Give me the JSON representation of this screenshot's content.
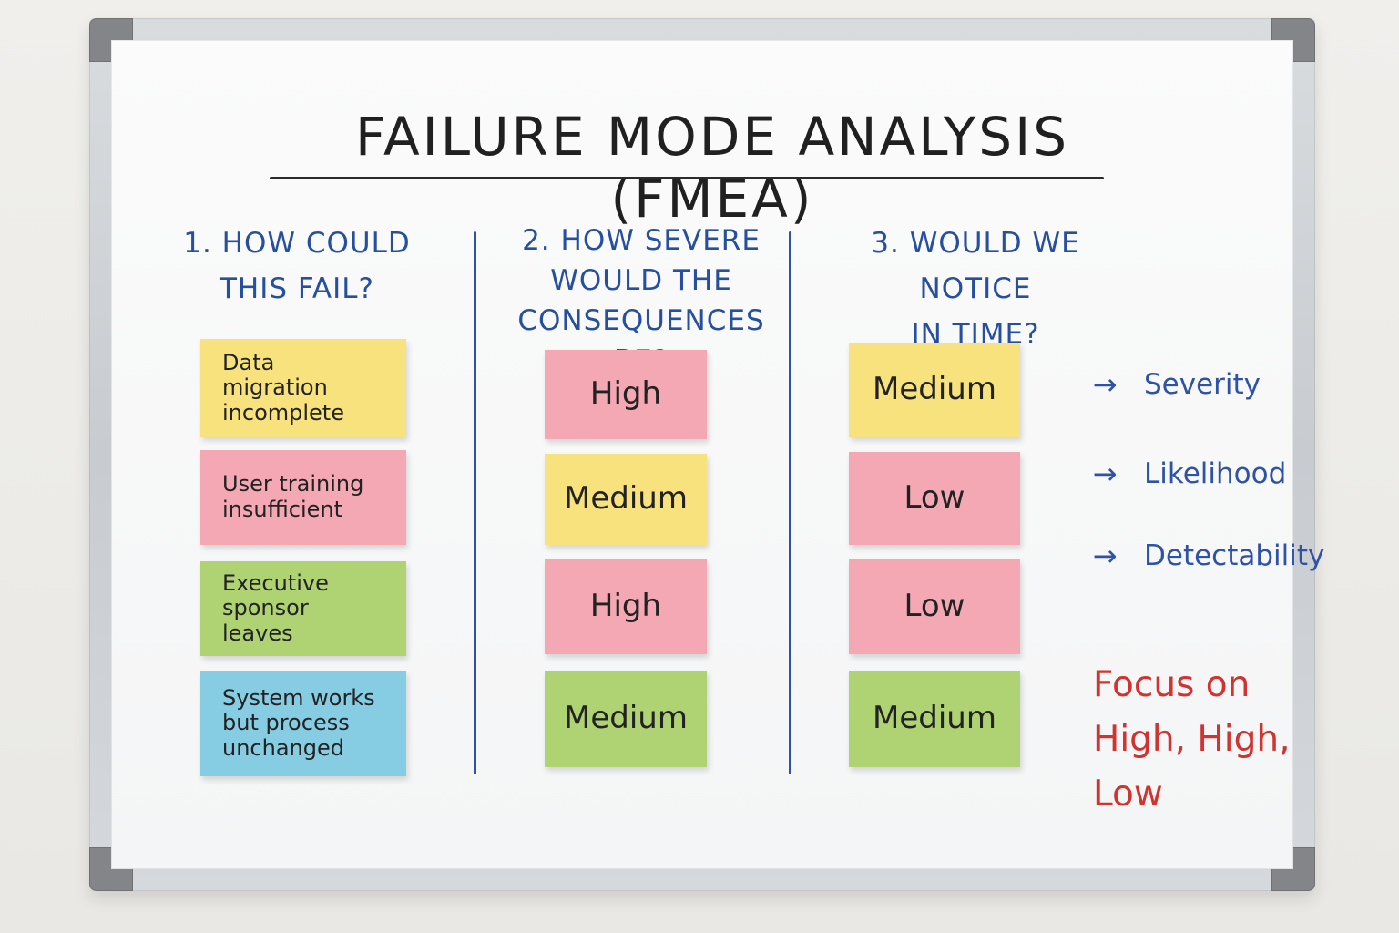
{
  "board": {
    "title": "FAILURE MODE ANALYSIS (FMEA)",
    "columns": [
      {
        "heading": "1. HOW COULD\nTHIS FAIL?",
        "notes": [
          {
            "text": "Data migration\nincomplete",
            "color": "#f7e27d"
          },
          {
            "text": "User training\ninsufficient",
            "color": "#f4a8b3"
          },
          {
            "text": "Executive sponsor\nleaves",
            "color": "#afd373"
          },
          {
            "text": "System works\nbut process\nunchanged",
            "color": "#86cce3"
          }
        ]
      },
      {
        "heading": "2. HOW SEVERE\nWOULD THE\nCONSEQUENCES BE?",
        "notes": [
          {
            "text": "High",
            "color": "#f4a8b3"
          },
          {
            "text": "Medium",
            "color": "#f7e27d"
          },
          {
            "text": "High",
            "color": "#f4a8b3"
          },
          {
            "text": "Medium",
            "color": "#afd373"
          }
        ]
      },
      {
        "heading": "3. WOULD WE NOTICE\nIN TIME?",
        "notes": [
          {
            "text": "Medium",
            "color": "#f7e27d"
          },
          {
            "text": "Low",
            "color": "#f4a8b3"
          },
          {
            "text": "Low",
            "color": "#f4a8b3"
          },
          {
            "text": "Medium",
            "color": "#afd373"
          }
        ]
      }
    ],
    "legend": [
      {
        "arrow": "→",
        "label": "Severity"
      },
      {
        "arrow": "→",
        "label": "Likelihood"
      },
      {
        "arrow": "→",
        "label": "Detectability"
      }
    ],
    "focus_text": "Focus on\nHigh, High,\nLow",
    "colors": {
      "heading_blue": "#264f9e",
      "focus_red": "#cf3430"
    }
  }
}
